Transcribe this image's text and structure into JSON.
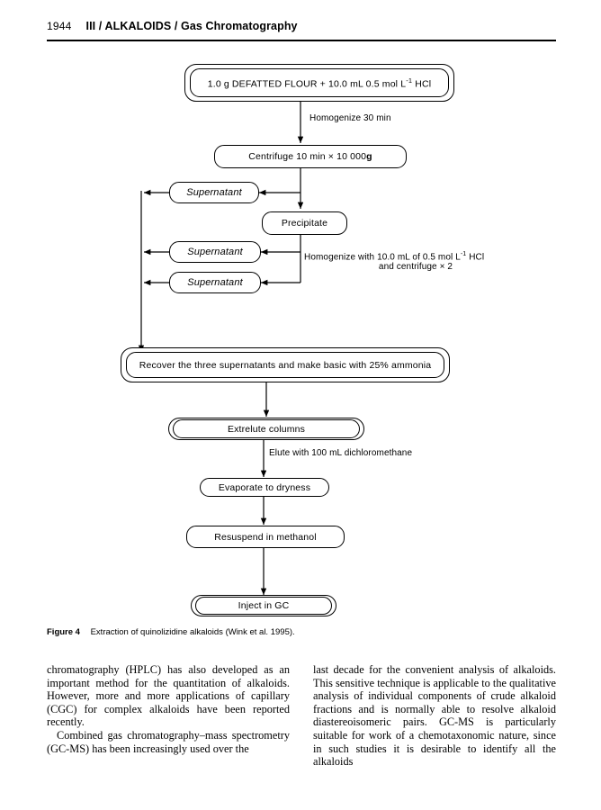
{
  "running_head": {
    "folio": "1944",
    "section": "III / ALKALOIDS / Gas Chromatography"
  },
  "chart_data": {
    "type": "diagram",
    "title": "Extraction of quinolizidine alkaloids",
    "nodes": [
      {
        "id": "start",
        "label": "1.0 g DEFATTED FLOUR + 10.0 mL 0.5 mol L",
        "sup": "-1",
        "tail": " HCl",
        "style": "double"
      },
      {
        "id": "centrifuge",
        "label": "Centrifuge 10 min × 10 000",
        "bold_tail": "g",
        "style": "single"
      },
      {
        "id": "sup1",
        "label": "Supernatant",
        "style": "single-italic"
      },
      {
        "id": "precip",
        "label": "Precipitate",
        "style": "single"
      },
      {
        "id": "sup2",
        "label": "Supernatant",
        "style": "single-italic"
      },
      {
        "id": "sup3",
        "label": "Supernatant",
        "style": "single-italic"
      },
      {
        "id": "recover",
        "label": "Recover the three supernatants and make basic with 25% ammonia",
        "style": "double"
      },
      {
        "id": "extrelute",
        "label": "Extrelute columns",
        "style": "double"
      },
      {
        "id": "evaporate",
        "label": "Evaporate to dryness",
        "style": "single"
      },
      {
        "id": "resuspend",
        "label": "Resuspend in methanol",
        "style": "single"
      },
      {
        "id": "inject",
        "label": "Inject in GC",
        "style": "double"
      }
    ],
    "edge_labels": [
      {
        "id": "homogenize30",
        "text": "Homogenize 30 min"
      },
      {
        "id": "homogenize_hcl_l1",
        "text": "Homogenize with 10.0 mL of 0.5 mol L",
        "sup": "-1",
        "tail": " HCl"
      },
      {
        "id": "homogenize_hcl_l2",
        "text": "and centrifuge × 2"
      },
      {
        "id": "elute",
        "text": "Elute with 100 mL dichloromethane"
      }
    ]
  },
  "caption": {
    "label": "Figure 4",
    "text": "Extraction of quinolizidine alkaloids (Wink et al. 1995)."
  },
  "body": {
    "left_column": [
      "chromatography (HPLC) has also developed as an important method for the quantitation of alkaloids. However, more and more applications of capillary (CGC) for complex alkaloids have been reported recently.",
      "Combined gas chromatography–mass spectrometry (GC-MS) has been increasingly used over the"
    ],
    "right_column": [
      "last decade for the convenient analysis of alkaloids. This sensitive technique is applicable to the qualitative analysis of individual components of crude alkaloid fractions and is normally able to resolve alkaloid diastereoisomeric pairs. GC-MS is particularly suitable for work of a chemotaxonomic nature, since in such studies it is desirable to identify all the alkaloids"
    ]
  }
}
